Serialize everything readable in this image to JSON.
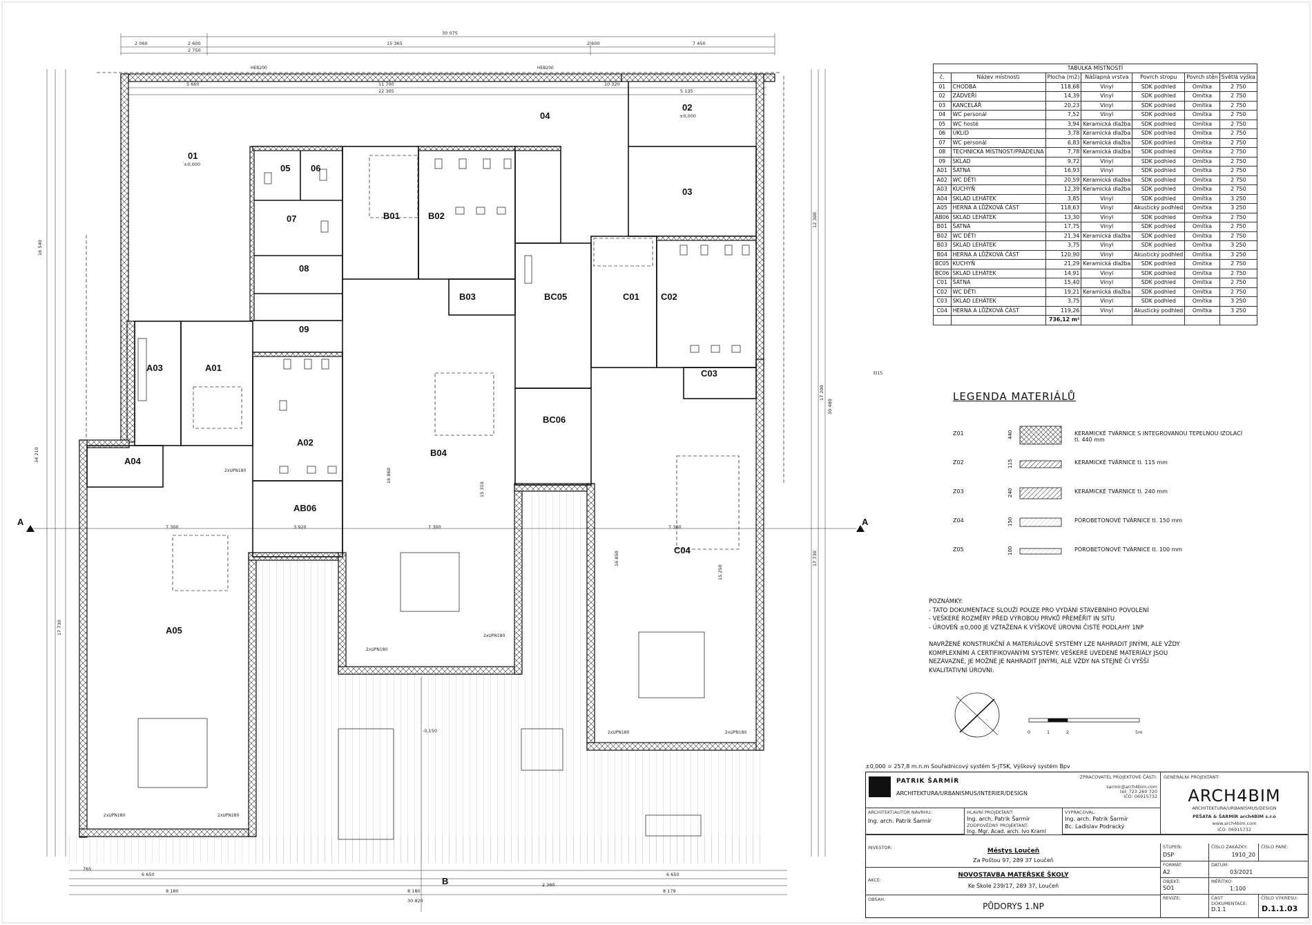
{
  "rooms": [
    {
      "label": "01"
    },
    {
      "label": "02"
    },
    {
      "label": "03"
    },
    {
      "label": "04"
    },
    {
      "label": "05"
    },
    {
      "label": "06"
    },
    {
      "label": "07"
    },
    {
      "label": "08"
    },
    {
      "label": "09"
    },
    {
      "label": "A01"
    },
    {
      "label": "A02"
    },
    {
      "label": "A03"
    },
    {
      "label": "A04"
    },
    {
      "label": "A05"
    },
    {
      "label": "AB06"
    },
    {
      "label": "B01"
    },
    {
      "label": "B02"
    },
    {
      "label": "B03"
    },
    {
      "label": "B04"
    },
    {
      "label": "BC05"
    },
    {
      "label": "BC06"
    },
    {
      "label": "C01"
    },
    {
      "label": "C02"
    },
    {
      "label": "C03"
    },
    {
      "label": "C04"
    }
  ],
  "levels": {
    "zero": "±0,000",
    "terrace": "-0,150"
  },
  "dimensions": {
    "top_total": "30 075",
    "bottom_total": "30 820",
    "left_total": "34 210",
    "right_total": "30 480",
    "top_a": "2 060",
    "top_b": "2 600",
    "top_c": "15 365",
    "top_d": "2 600",
    "top_e": "7 450",
    "top_f": "2 750",
    "inner_a": "11 700",
    "inner_b": "22 305",
    "inner_c": "10 320",
    "inner_d": "5 660",
    "inner_e": "5 135",
    "left_a": "16 540",
    "left_b": "17 730",
    "right_a": "17 200",
    "right_b": "17 730",
    "right_c": "12 300",
    "mid_a": "7 300",
    "mid_b": "3 920",
    "mid_c": "7 300",
    "mid_d": "7 300",
    "mid_e": "16 860",
    "mid_f": "15 310",
    "mid_g": "15 250",
    "mid_h": "16 850",
    "bot_a": "6 650",
    "bot_b": "8 180",
    "bot_c": "8 180",
    "bot_d": "2 360",
    "bot_e": "8 179",
    "bot_f": "6 650",
    "bot_g": "765"
  },
  "markers": {
    "section_a": "A",
    "section_b": "B",
    "heb_a": "HEB200",
    "heb_b": "HEB200",
    "upn": "2xUPN180",
    "ei": "EI15"
  },
  "table": {
    "caption": "TABULKA MÍSTNOSTÍ",
    "headers": [
      "č.",
      "Název místnosti",
      "Plocha (m2)",
      "Nášlapná vrstva",
      "Povrch stropu",
      "Povrch stěn",
      "Světlá výška"
    ],
    "rows": [
      [
        "01",
        "CHODBA",
        "118,68",
        "Vinyl",
        "SDK podhled",
        "Omítka",
        "2 750"
      ],
      [
        "02",
        "ZÁDVEŘÍ",
        "14,39",
        "Vinyl",
        "SDK podhled",
        "Omítka",
        "2 750"
      ],
      [
        "03",
        "KANCELÁŘ",
        "20,23",
        "Vinyl",
        "SDK podhled",
        "Omítka",
        "2 750"
      ],
      [
        "04",
        "WC personál",
        "7,52",
        "Vinyl",
        "SDK podhled",
        "Omítka",
        "2 750"
      ],
      [
        "05",
        "WC hosté",
        "3,94",
        "Keramická dlažba",
        "SDK podhled",
        "Omítka",
        "2 750"
      ],
      [
        "06",
        "ÚKLID",
        "3,78",
        "Keramická dlažba",
        "SDK podhled",
        "Omítka",
        "2 750"
      ],
      [
        "07",
        "WC personál",
        "6,83",
        "Keramická dlažba",
        "SDK podhled",
        "Omítka",
        "2 750"
      ],
      [
        "08",
        "TECHNICKÁ MÍSTNOST/PRÁDELNA",
        "7,78",
        "Keramická dlažba",
        "SDK podhled",
        "Omítka",
        "2 750"
      ],
      [
        "09",
        "SKLAD",
        "9,72",
        "Vinyl",
        "SDK podhled",
        "Omítka",
        "2 750"
      ],
      [
        "A01",
        "ŠATNA",
        "16,93",
        "Vinyl",
        "SDK podhled",
        "Omítka",
        "2 750"
      ],
      [
        "A02",
        "WC DĚTI",
        "20,59",
        "Keramická dlažba",
        "SDK podhled",
        "Omítka",
        "2 750"
      ],
      [
        "A03",
        "KUCHYŇ",
        "12,39",
        "Keramická dlažba",
        "SDK podhled",
        "Omítka",
        "2 750"
      ],
      [
        "A04",
        "SKLAD LEHÁTEK",
        "3,85",
        "Vinyl",
        "SDK podhled",
        "Omítka",
        "3 250"
      ],
      [
        "A05",
        "HERNA A LŮŽKOVÁ ČÁST",
        "118,63",
        "Vinyl",
        "Akustický podhled",
        "Omítka",
        "3 250"
      ],
      [
        "AB06",
        "SKLAD LEHÁTEK",
        "13,30",
        "Vinyl",
        "SDK podhled",
        "Omítka",
        "2 750"
      ],
      [
        "B01",
        "ŠATNA",
        "17,75",
        "Vinyl",
        "SDK podhled",
        "Omítka",
        "2 750"
      ],
      [
        "B02",
        "WC DĚTI",
        "21,34",
        "Keramická dlažba",
        "SDK podhled",
        "Omítka",
        "2 750"
      ],
      [
        "B03",
        "SKLAD LEHÁTEK",
        "3,75",
        "Vinyl",
        "SDK podhled",
        "Omítka",
        "3 250"
      ],
      [
        "B04",
        "HERNA A LŮŽKOVÁ ČÁST",
        "120,90",
        "Vinyl",
        "Akustický podhled",
        "Omítka",
        "3 250"
      ],
      [
        "BC05",
        "KUCHYŇ",
        "21,29",
        "Keramická dlažba",
        "SDK podhled",
        "Omítka",
        "2 750"
      ],
      [
        "BC06",
        "SKLAD LEHÁTEK",
        "14,91",
        "Vinyl",
        "SDK podhled",
        "Omítka",
        "2 750"
      ],
      [
        "C01",
        "ŠATNA",
        "15,40",
        "Vinyl",
        "SDK podhled",
        "Omítka",
        "2 750"
      ],
      [
        "C02",
        "WC DĚTI",
        "19,21",
        "Keramická dlažba",
        "SDK podhled",
        "Omítka",
        "2 750"
      ],
      [
        "C03",
        "SKLAD LEHÁTEK",
        "3,75",
        "Vinyl",
        "SDK podhled",
        "Omítka",
        "3 250"
      ],
      [
        "C04",
        "HERNA A LŮŽKOVÁ ČÁST",
        "119,26",
        "Vinyl",
        "Akustický podhled",
        "Omítka",
        "3 250"
      ]
    ],
    "total": "736,12 m²"
  },
  "legend": {
    "title": "LEGENDA MATERIÁLŮ",
    "items": [
      {
        "code": "Z01",
        "thickness": "440",
        "text": "KERAMICKÉ TVÁRNICE S INTEGROVANOU TEPELNOU IZOLACÍ tl. 440 mm"
      },
      {
        "code": "Z02",
        "thickness": "115",
        "text": "KERAMICKÉ TVÁRNICE tl. 115 mm"
      },
      {
        "code": "Z03",
        "thickness": "240",
        "text": "KERAMICKÉ TVÁRNICE tl. 240 mm"
      },
      {
        "code": "Z04",
        "thickness": "150",
        "text": "PÓROBETONOVÉ TVÁRNICE tl. 150 mm"
      },
      {
        "code": "Z05",
        "thickness": "100",
        "text": "PÓROBETONOVÉ TVÁRNICE tl. 100 mm"
      }
    ]
  },
  "notes": {
    "title": "POZNÁMKY:",
    "lines": [
      "- TATO DOKUMENTACE SLOUŽÍ POUZE PRO VYDÁNÍ STAVEBNÍHO POVOLENÍ",
      "- VEŠKERÉ ROZMĚRY PŘED VÝROBOU PRVKŮ PŘEMĚŘIT IN SITU",
      "- ÚROVEŇ ±0,000 JE VZTAŽENA K VÝŠKOVÉ ÚROVNI ČISTÉ PODLAHY 1NP"
    ],
    "paragraph": [
      "NAVRŽENÉ KONSTRUKČNÍ A MATERIÁLOVÉ SYSTÉMY LZE NAHRADIT JINÝMI, ALE VŽDY",
      "KOMPLEXNÍMI A CERTIFIKOVANÝMI SYSTÉMY. VEŠKERÉ UVEDENÉ MATERIÁLY JSOU",
      "NEZÁVAZNÉ, JE MOŽNÉ JE NAHRADIT JINÝMI, ALE VŽDY NA STEJNÉ ČI VYŠŠÍ",
      "KVALITATIVNÍ ÚROVNI."
    ]
  },
  "scale": {
    "labels": [
      "0",
      "1",
      "2",
      "5m"
    ]
  },
  "coordinate_note": "±0,000 = 257,8 m.n.m Souřadnicový systém S-JTSK, Výškový systém Bpv",
  "titleblock": {
    "company": "PATRIK ŠARMÍR",
    "company_sub": "ARCHITEKTURA/URBANISMUS/INTERIER/DESIGN",
    "zprac_label": "ZPRACOVATEL PROJEKTOVÉ ČÁSTI:",
    "contact": [
      "sarmir@arch4bim.com",
      "tel: 723 260 720",
      "IČO: 06915732"
    ],
    "gen_label": "GENERÁLNÍ PROJEKTANT:",
    "gen_name": "ARCH4BIM",
    "gen_sub": "ARCHITEKTURA/URBANISMUS/DESIGN",
    "gen_company": "PEŠATA & ŠARMÍR arch4BIM s.r.o",
    "gen_web": "www.arch4bim.com",
    "gen_ico": "IČO: 06915732",
    "arch_label": "ARCHITEKT/AUTOR NÁVRHU:",
    "arch_name": "Ing. arch. Patrik Šarmír",
    "hp_label": "HLAVNÍ PROJEKTANT:",
    "hp_name": "Ing. arch. Patrik Šarmír",
    "zp_label": "ZODPOVĚDNÝ PROJEKTANT:",
    "zp_name": "Ing. Mgr. Acad. arch. Ivo Kraml",
    "vyprac_label": "VYPRACOVAL:",
    "vyprac_1": "Ing. arch. Patrik Šarmír",
    "vyprac_2": "Bc. Ladislav Podracký",
    "investor_label": "INVESTOR:",
    "investor_name": "Městys Loučeň",
    "investor_addr": "Za Poštou 97, 289 37 Loučeň",
    "akce_label": "AKCE:",
    "akce_name": "NOVOSTAVBA MATEŘSKÉ ŠKOLY",
    "akce_addr": "Ke Škole 239/17, 289 37, Loučeň",
    "obsah_label": "OBSAH:",
    "obsah": "PŮDORYS 1.NP",
    "stupen_label": "STUPEŇ:",
    "stupen": "DSP",
    "zakazka_label": "ČÍSLO ZAKÁZKY:",
    "zakazka": "1910_20",
    "pare_label": "ČÍSLO PARE:",
    "format_label": "FORMÁT:",
    "format": "A2",
    "datum_label": "DATUM:",
    "datum": "03/2021",
    "objekt_label": "OBJEKT:",
    "objekt": "SO1",
    "meritko_label": "MĚŘÍTKO:",
    "meritko": "1:100",
    "revize_label": "REVIZE:",
    "cast_label": "ČÁST DOKUMENTACE:",
    "cast": "D.1.1",
    "vykres_label": "ČÍSLO VÝKRESU:",
    "vykres": "D.1.1.03"
  }
}
